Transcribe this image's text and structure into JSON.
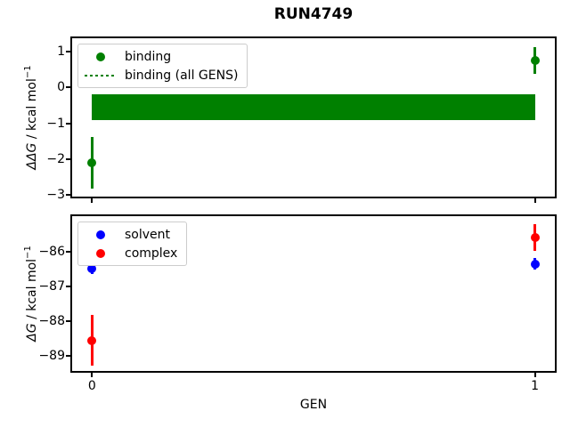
{
  "title": "RUN4749",
  "colors": {
    "binding_green": "#008000",
    "solvent_blue": "#0000ff",
    "complex_red": "#ff0000",
    "legend_border": "#cccccc"
  },
  "top_plot": {
    "ylabel": {
      "math": "ΔΔG",
      "unit": " / kcal mol",
      "exp": "−1"
    },
    "legend": {
      "items": [
        {
          "label": "binding",
          "marker": "dot"
        },
        {
          "label": "binding (all GENS)",
          "marker": "dotted-line"
        }
      ]
    }
  },
  "bottom_plot": {
    "ylabel": {
      "math": "ΔG",
      "unit": " / kcal mol",
      "exp": "−1"
    },
    "xlabel": "GEN",
    "legend": {
      "items": [
        {
          "label": "solvent",
          "marker": "dot"
        },
        {
          "label": "complex",
          "marker": "dot"
        }
      ]
    }
  },
  "chart_data": [
    {
      "id": "top",
      "type": "scatter",
      "title": "RUN4749",
      "ylabel": "ΔΔG / kcal mol⁻¹",
      "xlabel": "",
      "xlim": [
        -0.045,
        1.045
      ],
      "ylim": [
        -3.05,
        1.38
      ],
      "yticks": [
        1,
        0,
        -1,
        -2,
        -3
      ],
      "ytick_labels": [
        "1",
        "0",
        "−1",
        "−2",
        "−3"
      ],
      "xticks": [
        0,
        1
      ],
      "xtick_labels": [
        "0",
        "1"
      ],
      "show_xtick_labels": false,
      "grid": false,
      "legend_position": "upper-left",
      "band": {
        "name": "binding (all GENS)",
        "color": "#008000",
        "x": [
          0,
          1
        ],
        "center": -0.55,
        "y_lo": -0.9,
        "y_hi": -0.2
      },
      "series": [
        {
          "name": "binding",
          "color": "#008000",
          "x": [
            0,
            1
          ],
          "y": [
            -2.1,
            0.76
          ],
          "yerr": [
            0.72,
            0.38
          ]
        }
      ]
    },
    {
      "id": "bottom",
      "type": "scatter",
      "ylabel": "ΔG / kcal mol⁻¹",
      "xlabel": "GEN",
      "xlim": [
        -0.045,
        1.045
      ],
      "ylim": [
        -89.43,
        -84.98
      ],
      "yticks": [
        -86,
        -87,
        -88,
        -89
      ],
      "ytick_labels": [
        "−86",
        "−87",
        "−88",
        "−89"
      ],
      "xticks": [
        0,
        1
      ],
      "xtick_labels": [
        "0",
        "1"
      ],
      "show_xtick_labels": true,
      "grid": false,
      "legend_position": "upper-left",
      "series": [
        {
          "name": "solvent",
          "color": "#0000ff",
          "x": [
            0,
            1
          ],
          "y": [
            -86.5,
            -86.35
          ],
          "yerr": [
            0.13,
            0.17
          ]
        },
        {
          "name": "complex",
          "color": "#ff0000",
          "x": [
            0,
            1
          ],
          "y": [
            -88.55,
            -85.6
          ],
          "yerr": [
            0.72,
            0.38
          ]
        }
      ]
    }
  ]
}
